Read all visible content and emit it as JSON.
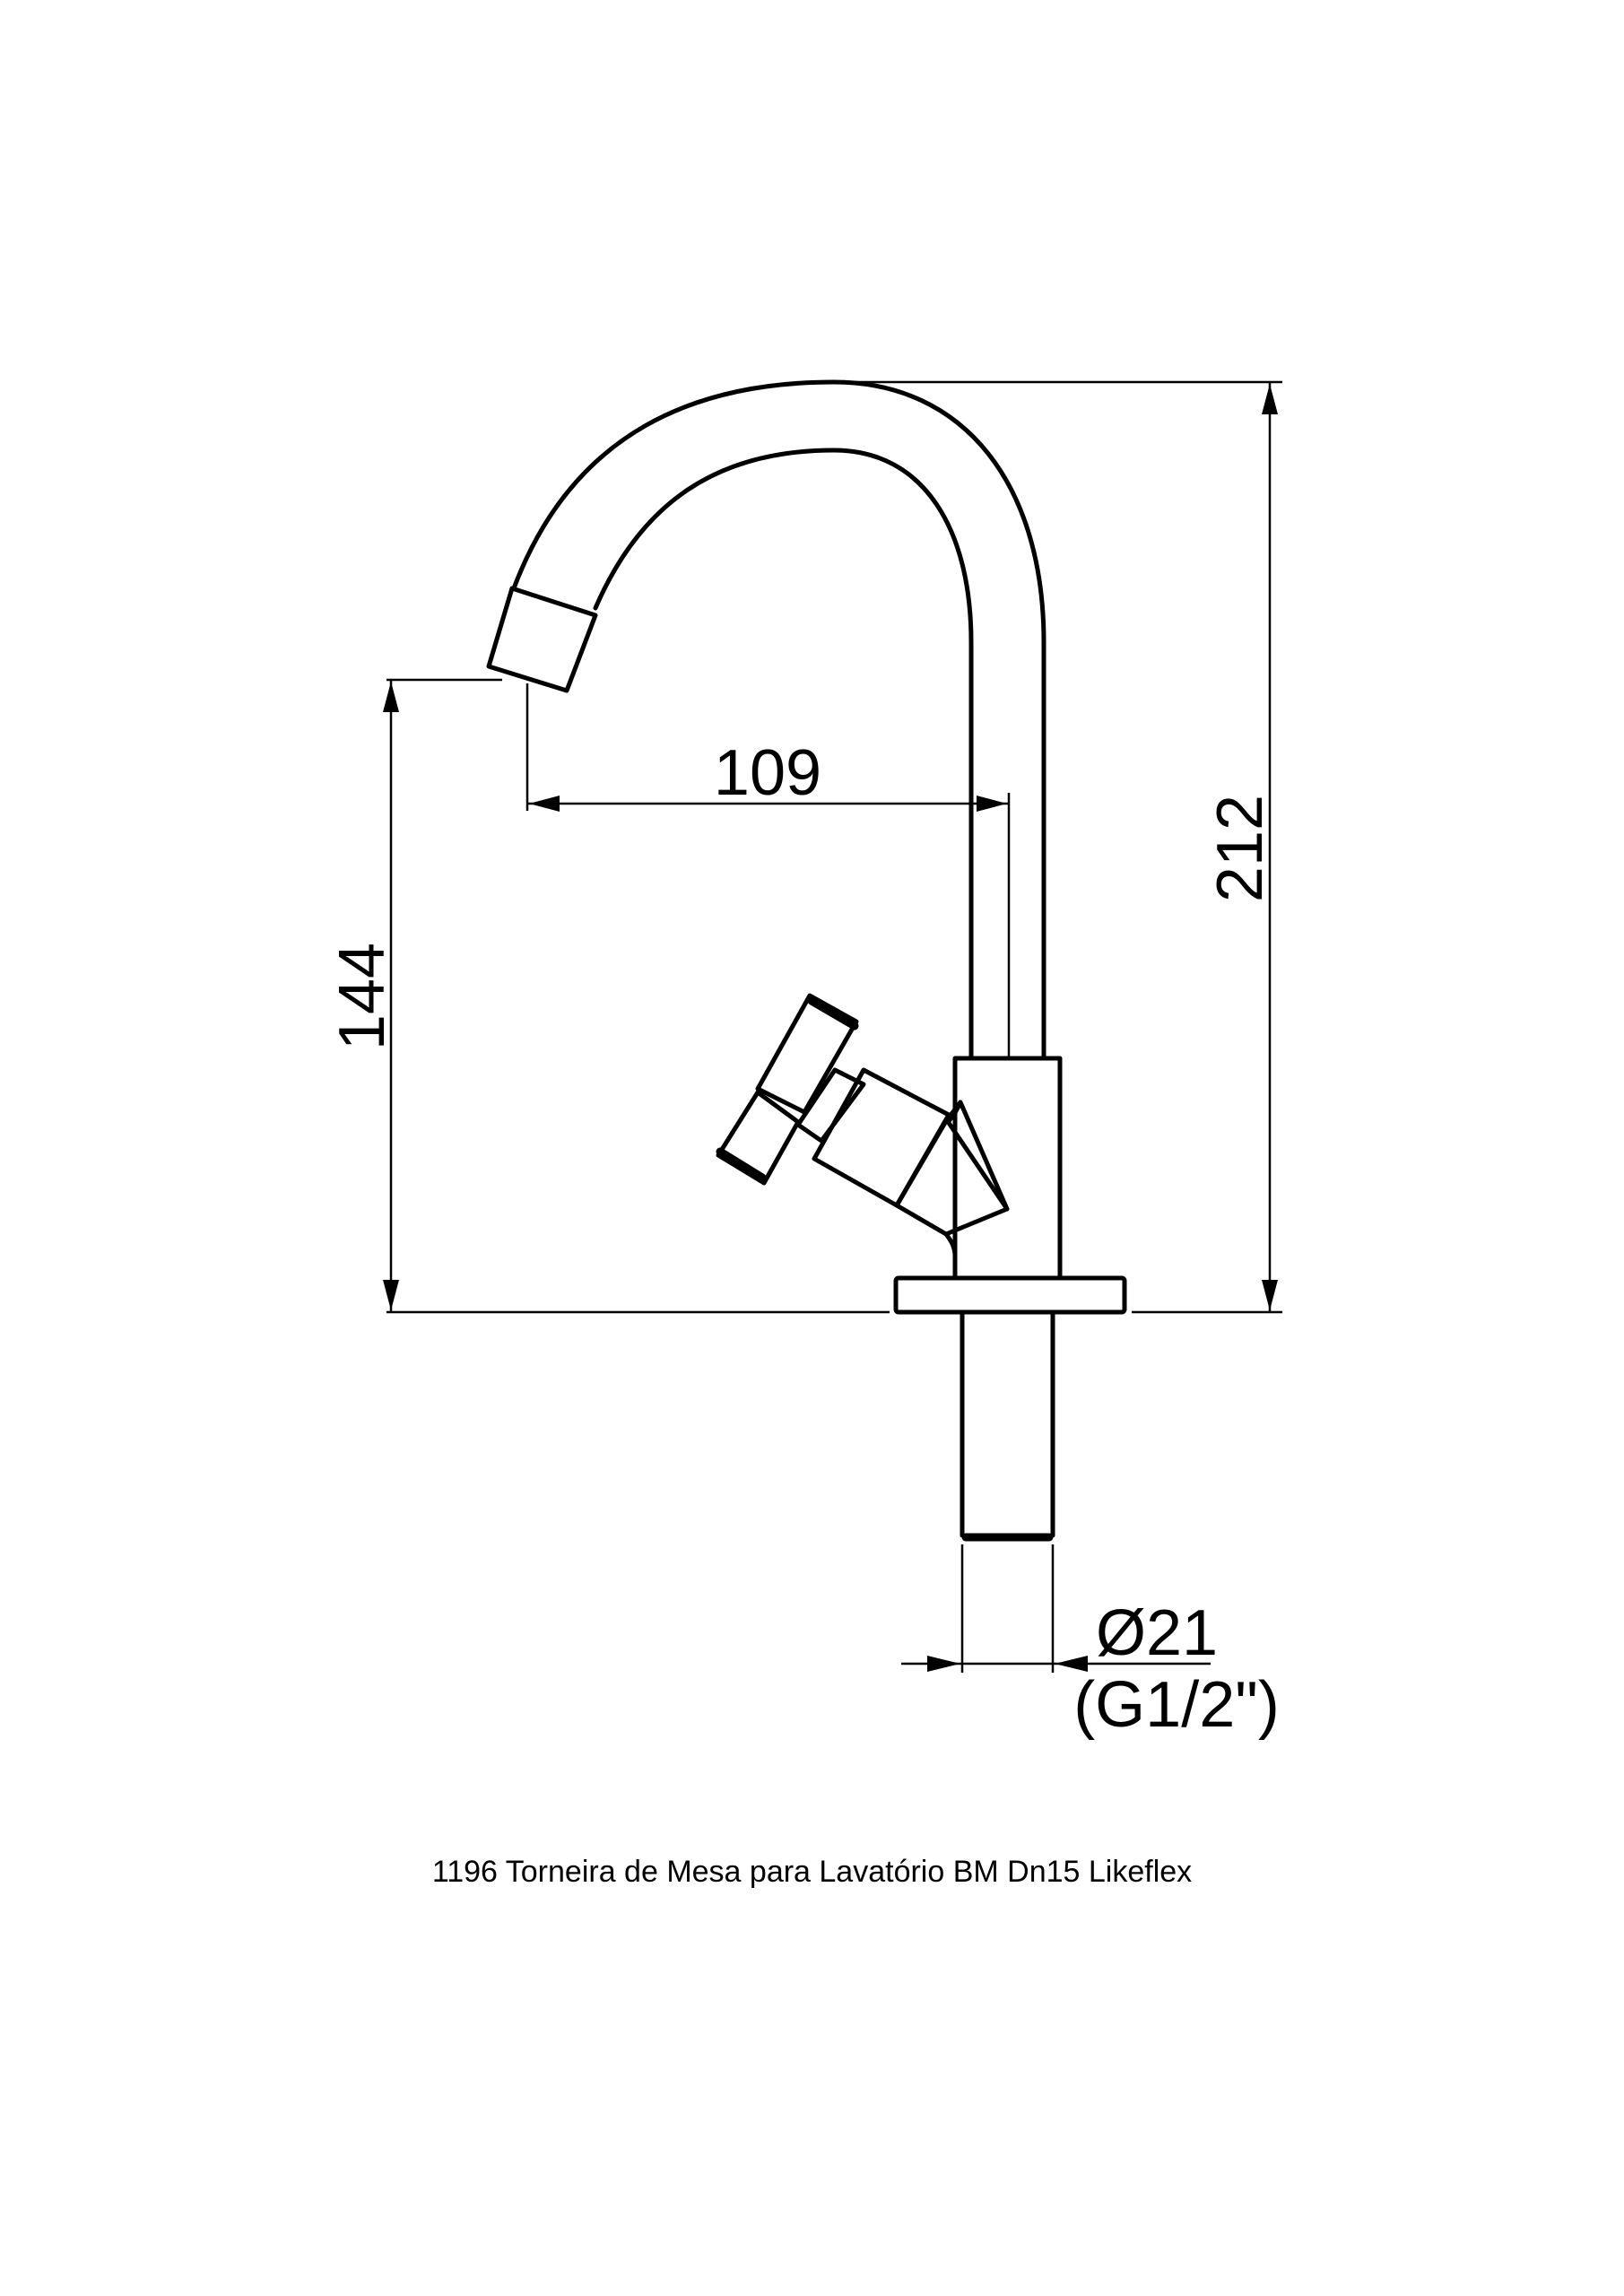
{
  "drawing": {
    "dimensions": {
      "total_height": "212",
      "spout_height": "144",
      "spout_reach": "109",
      "inlet_diameter": "Ø21",
      "inlet_thread": "(G1/2\")"
    },
    "caption": "1196 Torneira de Mesa para Lavatório BM Dn15 Likeflex",
    "line_color": "#000000",
    "background_color": "#ffffff"
  }
}
